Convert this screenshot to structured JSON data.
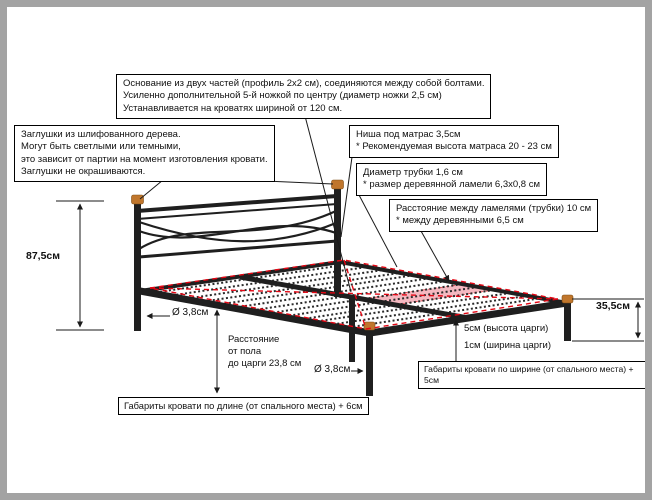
{
  "colors": {
    "frame": "#1f1f1f",
    "cap": "#c0762c",
    "red": "#e30613",
    "pink": "#f5b9c1",
    "border": "#a3a3a3"
  },
  "callouts": {
    "base": "Основание из двух частей (профиль 2х2 см), соединяются между собой болтами.\nУсиленно дополнительной 5-й ножкой по центру (диаметр ножки 2,5 см)\nУстанавливается на кроватях шириной от 120 см.",
    "plugs": "Заглушки из шлифованного дерева.\nМогут быть светлыми или темными,\nэто зависит от партии на момент изготовления кровати.\nЗаглушки не окрашиваются.",
    "niche": "Ниша под матрас 3,5см\n* Рекомендуемая высота матраса 20 - 23 см",
    "tube": "Диаметр трубки 1,6 см\n* размер деревянной ламели 6,3х0,8 см",
    "lamella": "Расстояние между ламелями (трубки) 10 см\n* между деревянными 6,5 см",
    "length": "Габариты кровати по длине (от спального места) + 6см",
    "width": "Габариты кровати по ширине (от спального места) + 5см"
  },
  "dimensions": {
    "headboard_height": "87,5см",
    "leg_diameter_head": "Ø 3,8см",
    "leg_diameter_foot": "Ø 3,8см",
    "foot_height": "35,5см",
    "floor_to_rail": "Расстояние\nот пола\nдо царги 23,8 см",
    "rail_height": "5см (высота царги)",
    "rail_width": "1см (ширина царги)"
  }
}
